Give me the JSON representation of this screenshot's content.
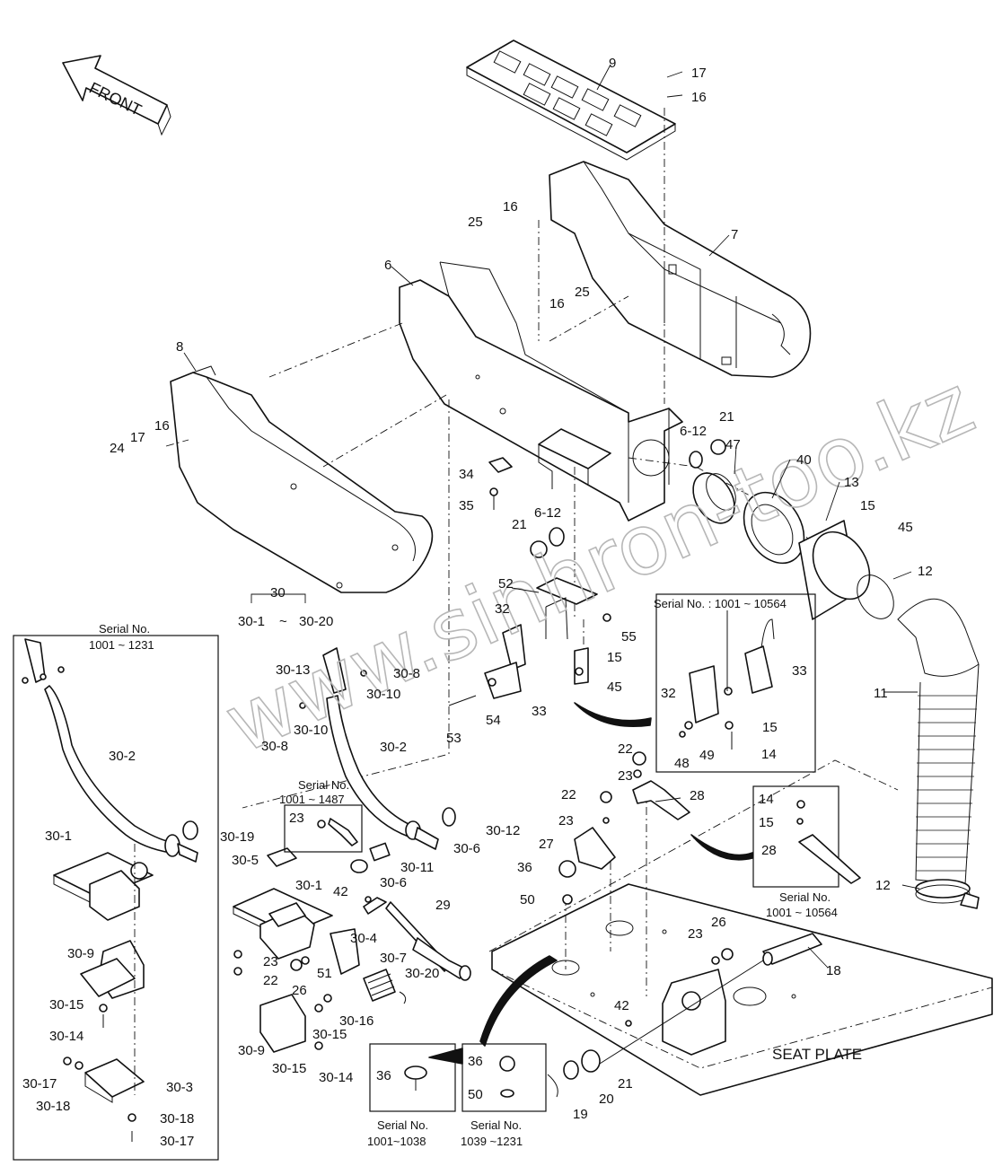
{
  "front_arrow": {
    "label": "FRONT"
  },
  "seat_plate": {
    "label": "SEAT PLATE"
  },
  "watermark": {
    "text": "www.sinhron-too.kz"
  },
  "group_30": {
    "label": "30",
    "range_start": "30-1",
    "tilde": "~",
    "range_end": "30-20"
  },
  "inset_left": {
    "serial_label": "Serial No.",
    "serial_range": "1001 ~ 1231"
  },
  "inset_1487": {
    "serial_label": "Serial No.",
    "serial_range": "1001 ~ 1487"
  },
  "inset_10564_a": {
    "serial_text": "Serial No. : 1001 ~ 10564"
  },
  "inset_10564_b": {
    "serial_label": "Serial No.",
    "serial_range": "1001 ~ 10564"
  },
  "inset_1038": {
    "serial_label": "Serial No.",
    "serial_range": "1001~1038"
  },
  "inset_1039": {
    "serial_label": "Serial No.",
    "serial_range": "1039 ~1231"
  },
  "labels": {
    "n9": "9",
    "n17a": "17",
    "n16a": "16",
    "n7": "7",
    "n25a": "25",
    "n16b": "16",
    "n25b": "25",
    "n16c": "16",
    "n6": "6",
    "n8": "8",
    "n24": "24",
    "n17b": "17",
    "n16d": "16",
    "n34": "34",
    "n35": "35",
    "n612a": "6-12",
    "n21a": "21",
    "n47": "47",
    "n40": "40",
    "n13": "13",
    "n15a": "15",
    "n45a": "45",
    "n612b": "6-12",
    "n21b": "21",
    "n12a": "12",
    "n52": "52",
    "n32a": "32",
    "n55": "55",
    "n15b": "15",
    "n45b": "45",
    "n53": "53",
    "n54": "54",
    "n33a": "33",
    "n11": "11",
    "n33b": "33",
    "n32b": "32",
    "n15c": "15",
    "n48": "48",
    "n49": "49",
    "n14a": "14",
    "n22a": "22",
    "n23a": "23",
    "n22b": "22",
    "n23b": "23",
    "n28a": "28",
    "n27": "27",
    "n36a": "36",
    "n50a": "50",
    "n14b": "14",
    "n15d": "15",
    "n28b": "28",
    "n12b": "12",
    "n18": "18",
    "n23c": "23",
    "n26a": "26",
    "n42a": "42",
    "n21c": "21",
    "n20": "20",
    "n19": "19",
    "n36b": "36",
    "n36c": "36",
    "n50b": "50",
    "s3013": "30-13",
    "s308a": "30-8",
    "s3010a": "30-10",
    "s3010b": "30-10",
    "s308b": "30-8",
    "s302a": "30-2",
    "s302b": "30-2",
    "s301a": "30-1",
    "s309a": "30-9",
    "s3015a": "30-15",
    "s3014a": "30-14",
    "s3017a": "30-17",
    "s3018a": "30-18",
    "s303": "30-3",
    "s3018b": "30-18",
    "s3017b": "30-17",
    "s3019": "30-19",
    "s305": "30-5",
    "n23d": "23",
    "s3011": "30-11",
    "s306a": "30-6",
    "s306b": "30-6",
    "s3012": "30-12",
    "s301b": "30-1",
    "n42b": "42",
    "n29": "29",
    "s304": "30-4",
    "s307": "30-7",
    "s3020": "30-20",
    "n23e": "23",
    "n22c": "22",
    "n26b": "26",
    "n51": "51",
    "s3016": "30-16",
    "s3015b": "30-15",
    "s309b": "30-9",
    "s3015c": "30-15",
    "s3014b": "30-14"
  }
}
